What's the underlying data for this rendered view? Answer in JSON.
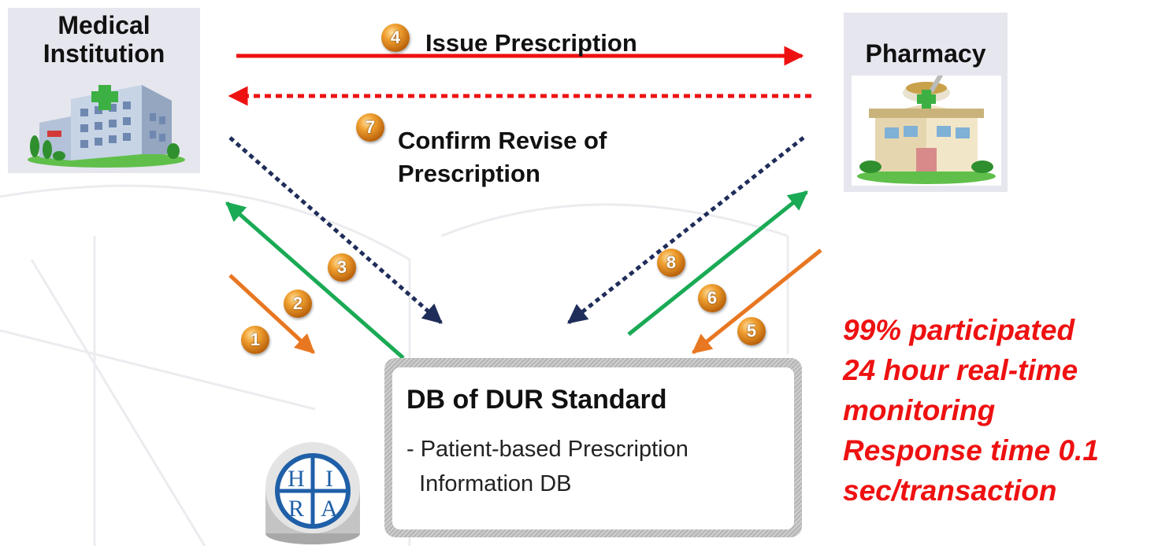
{
  "nodes": {
    "medical": {
      "title_line1": "Medical",
      "title_line2": "Institution"
    },
    "pharmacy": {
      "title": "Pharmacy"
    }
  },
  "flows": {
    "issue": {
      "number": "4",
      "label": "Issue Prescription"
    },
    "confirm": {
      "number": "7",
      "label_line1": "Confirm Revise of",
      "label_line2": "Prescription"
    }
  },
  "badges": [
    "1",
    "2",
    "3",
    "5",
    "6",
    "8"
  ],
  "db": {
    "title": "DB of DUR Standard",
    "desc_line1": "- Patient-based Prescription",
    "desc_line2": "  Information DB"
  },
  "logo": {
    "letters": [
      "H",
      "I",
      "R",
      "A"
    ]
  },
  "stats": [
    "99% participated",
    "24 hour real-time",
    "monitoring",
    "Response time 0.1",
    "sec/transaction"
  ],
  "colors": {
    "issue_arrow": "#ee1111",
    "query_arrow": "#e87722",
    "response_arrow": "#1aaa55",
    "revise_arrow": "#1f2d5a",
    "stats_text": "#ee1111"
  }
}
